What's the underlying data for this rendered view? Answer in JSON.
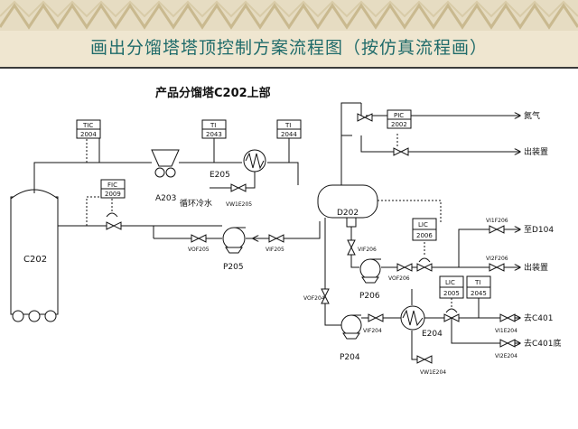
{
  "header": {
    "title": "画出分馏塔塔顶控制方案流程图（按仿真流程画）"
  },
  "diagram": {
    "heading": "产品分馏塔C202上部",
    "instruments": [
      {
        "id": "tic2004",
        "type": "TIC",
        "tag": "2004"
      },
      {
        "id": "ti2043",
        "type": "TI",
        "tag": "2043"
      },
      {
        "id": "ti2044",
        "type": "TI",
        "tag": "2044"
      },
      {
        "id": "fic2009",
        "type": "FIC",
        "tag": "2009"
      },
      {
        "id": "pic2002",
        "type": "PIC",
        "tag": "2002"
      },
      {
        "id": "lic2006",
        "type": "LIC",
        "tag": "2006"
      },
      {
        "id": "lic2005",
        "type": "LIC",
        "tag": "2005"
      },
      {
        "id": "ti2045",
        "type": "TI",
        "tag": "2045"
      }
    ],
    "equipment": {
      "c202": "C202",
      "a203": "A203",
      "e205": "E205",
      "d202": "D202",
      "p205": "P205",
      "p206": "P206",
      "p204": "P204",
      "e204": "E204",
      "cooling_water": "循环冷水"
    },
    "valves": {
      "vw1e205": "VW1E205",
      "vof205": "VOF205",
      "vif205": "VIF205",
      "vif206_a": "VIF206",
      "vof206": "VOF206",
      "vi1f206": "VI1F206",
      "vi2f206": "VI2F206",
      "vof204": "VOF204",
      "vif204": "VIF204",
      "vw1e204": "VW1E204",
      "vi1e204": "VI1E204",
      "vi2e204": "VI2E204"
    },
    "streams": {
      "nitrogen": "氮气",
      "out1": "出装置",
      "to_d104": "至D104",
      "out2": "出装置",
      "to_c401": "去C401",
      "to_c401_bottom": "去C401底"
    }
  }
}
